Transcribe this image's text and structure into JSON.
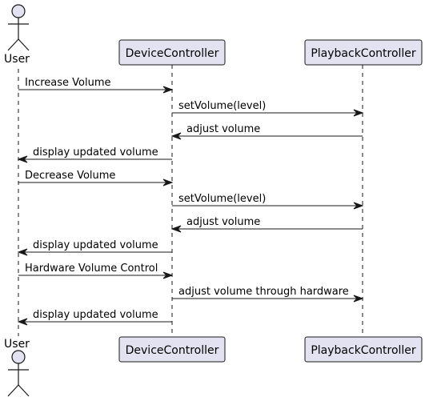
{
  "colors": {
    "participant_fill": "#E2E2F0",
    "participant_stroke": "#181818",
    "lifeline": "#181818",
    "arrow": "#181818",
    "text": "#000000"
  },
  "participants": [
    {
      "id": "user",
      "label": "User",
      "kind": "actor"
    },
    {
      "id": "device",
      "label": "DeviceController",
      "kind": "box"
    },
    {
      "id": "playback",
      "label": "PlaybackController",
      "kind": "box"
    }
  ],
  "messages": [
    {
      "from": "user",
      "to": "device",
      "label": "Increase Volume"
    },
    {
      "from": "device",
      "to": "playback",
      "label": "setVolume(level)"
    },
    {
      "from": "playback",
      "to": "device",
      "label": "adjust volume"
    },
    {
      "from": "device",
      "to": "user",
      "label": "display updated volume"
    },
    {
      "from": "user",
      "to": "device",
      "label": "Decrease Volume"
    },
    {
      "from": "device",
      "to": "playback",
      "label": "setVolume(level)"
    },
    {
      "from": "playback",
      "to": "device",
      "label": "adjust volume"
    },
    {
      "from": "device",
      "to": "user",
      "label": "display updated volume"
    },
    {
      "from": "user",
      "to": "device",
      "label": "Hardware Volume Control"
    },
    {
      "from": "device",
      "to": "playback",
      "label": "adjust volume through hardware"
    },
    {
      "from": "device",
      "to": "user",
      "label": "display updated volume"
    }
  ]
}
